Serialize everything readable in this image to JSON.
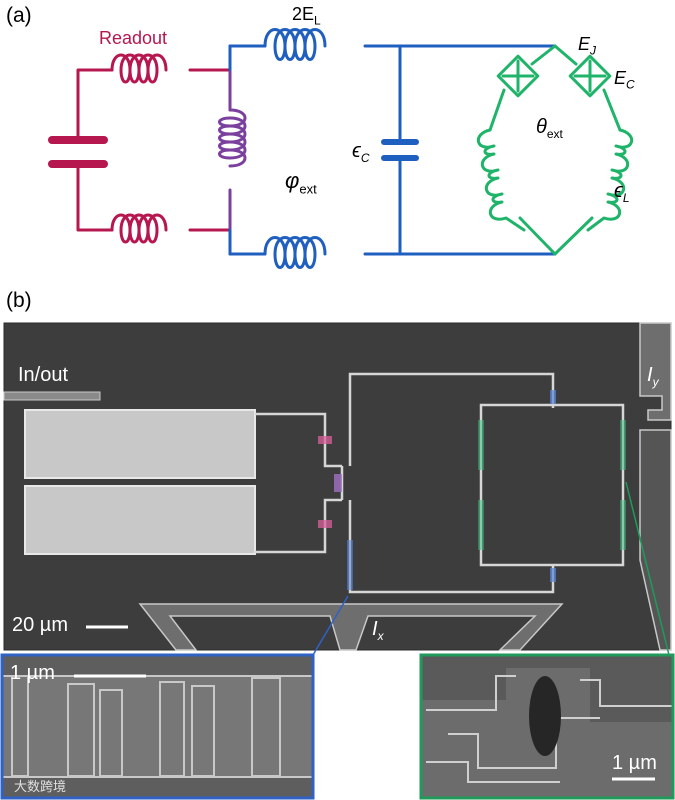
{
  "panel_a": {
    "label": "(a)",
    "readout": "Readout",
    "inductor_2EL": {
      "main": "2E",
      "sub": "L"
    },
    "phi_ext": {
      "main": "φ",
      "sub": "ext"
    },
    "eps_C": {
      "main": "ϵ",
      "sub": "C"
    },
    "E_J": {
      "main": "E",
      "sub": "J"
    },
    "E_C": {
      "main": "E",
      "sub": "C"
    },
    "theta_ext": {
      "main": "θ",
      "sub": "ext"
    },
    "eps_L": {
      "main": "ϵ",
      "sub": "L"
    }
  },
  "panel_b": {
    "label": "(b)",
    "in_out": "In/out",
    "I_y": {
      "main": "I",
      "sub": "y"
    },
    "I_x": {
      "main": "I",
      "sub": "x"
    },
    "scale_main": "20 µm",
    "scale_inset_left": "1 µm",
    "scale_inset_right": "1 µm"
  },
  "watermark": "大数跨境",
  "colors": {
    "readout": "#b5174e",
    "coupler": "#7b3f9e",
    "fluxonium": "#1f5fc0",
    "squid": "#1fb46a",
    "inset_left_border": "#2f62c4",
    "inset_right_border": "#1f9a5a"
  }
}
